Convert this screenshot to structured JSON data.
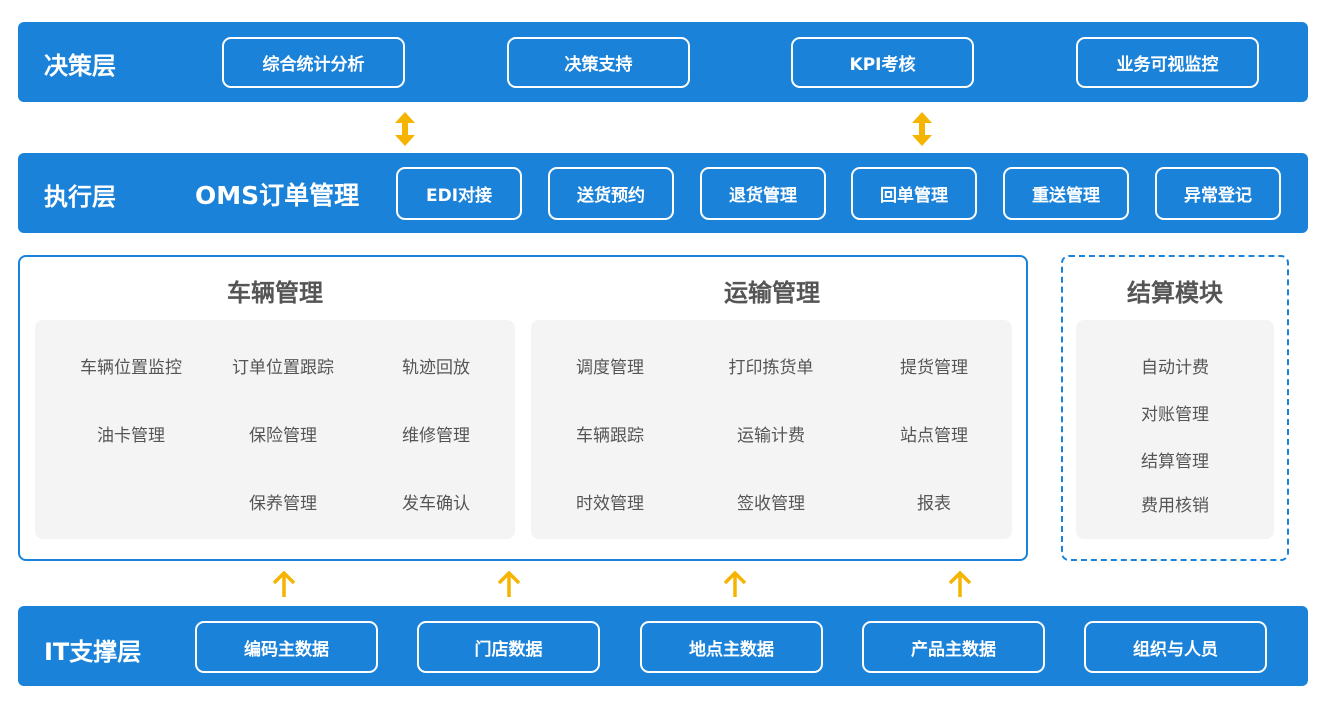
{
  "decision_layer": {
    "title": "决策层",
    "items": [
      "综合统计分析",
      "决策支持",
      "KPI考核",
      "业务可视监控"
    ]
  },
  "execution_layer": {
    "title": "执行层",
    "subtitle": "OMS订单管理",
    "items": [
      "EDI对接",
      "送货预约",
      "退货管理",
      "回单管理",
      "重送管理",
      "异常登记"
    ]
  },
  "vehicle_management": {
    "title": "车辆管理",
    "items": [
      "车辆位置监控",
      "订单位置跟踪",
      "轨迹回放",
      "油卡管理",
      "保险管理",
      "维修管理",
      "保养管理",
      "发车确认"
    ]
  },
  "transport_management": {
    "title": "运输管理",
    "items": [
      "调度管理",
      "打印拣货单",
      "提货管理",
      "车辆跟踪",
      "运输计费",
      "站点管理",
      "时效管理",
      "签收管理",
      "报表"
    ]
  },
  "settlement_module": {
    "title": "结算模块",
    "items": [
      "自动计费",
      "对账管理",
      "结算管理",
      "费用核销"
    ]
  },
  "it_support_layer": {
    "title": "IT支撑层",
    "items": [
      "编码主数据",
      "门店数据",
      "地点主数据",
      "产品主数据",
      "组织与人员"
    ]
  },
  "colors": {
    "band": "#1b82d9",
    "arrow": "#f5b400",
    "text_grey": "#555555",
    "panel_bg": "#f4f4f4"
  }
}
